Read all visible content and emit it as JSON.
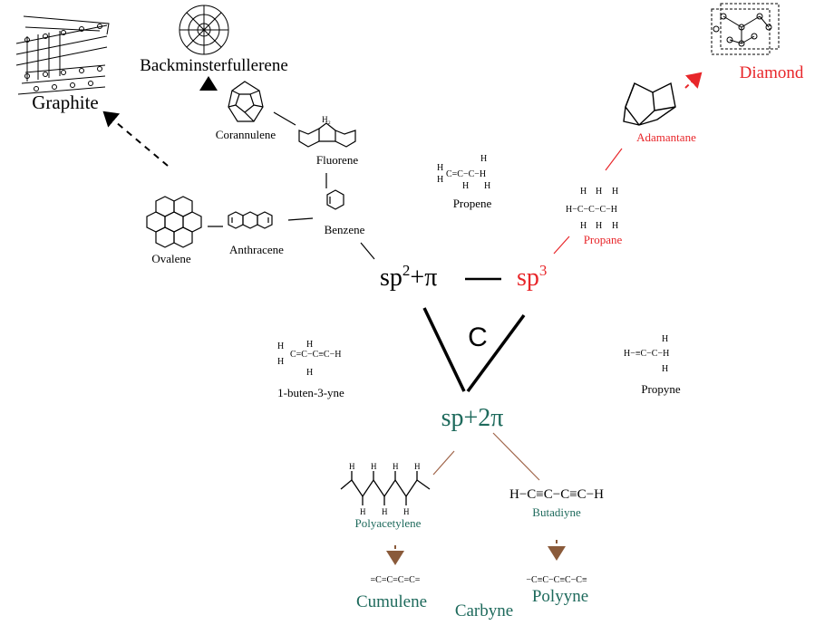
{
  "colors": {
    "ink": "#000000",
    "sp3": "#e8262a",
    "sp": "#1e6a5c",
    "connector_sp": "#a0654a",
    "arrow_sp": "#8a5a3a"
  },
  "hub": {
    "center_letter": "C",
    "sp2_base": "sp",
    "sp2_sup": "2",
    "sp2_tail": "+π",
    "sp3_base": "sp",
    "sp3_sup": "3",
    "sp_label": "sp+2π"
  },
  "sp2_branch": {
    "graphite": "Graphite",
    "buckminsterfullerene": "Backminsterfullerene",
    "corannulene": "Corannulene",
    "fluorene": "Fluorene",
    "fluorene_h2": "H₂",
    "benzene": "Benzene",
    "anthracene": "Anthracene",
    "ovalene": "Ovalene",
    "propene": "Propene",
    "butenyne": "1-buten-3-yne"
  },
  "sp3_branch": {
    "diamond": "Diamond",
    "adamantane": "Adamantane",
    "propane": "Propane",
    "propyne": "Propyne"
  },
  "sp_branch": {
    "polyacetylene": "Polyacetylene",
    "butadiyne": "Butadiyne",
    "cumulene": "Cumulene",
    "polyyne": "Polyyne",
    "carbyne": "Carbyne",
    "cumulene_formula": "=C=C=C=C=",
    "polyyne_formula": "−C≡C−C≡C−C≡",
    "butadiyne_formula": "H−C≡C−C≡C−H"
  },
  "formulas": {
    "propene_row": "H−C=C−C−H",
    "propyne_row": "H−≡C−C−H",
    "butenyne_row": "C=C−C≡C−H",
    "propane_row": "H−C−C−C−H"
  }
}
